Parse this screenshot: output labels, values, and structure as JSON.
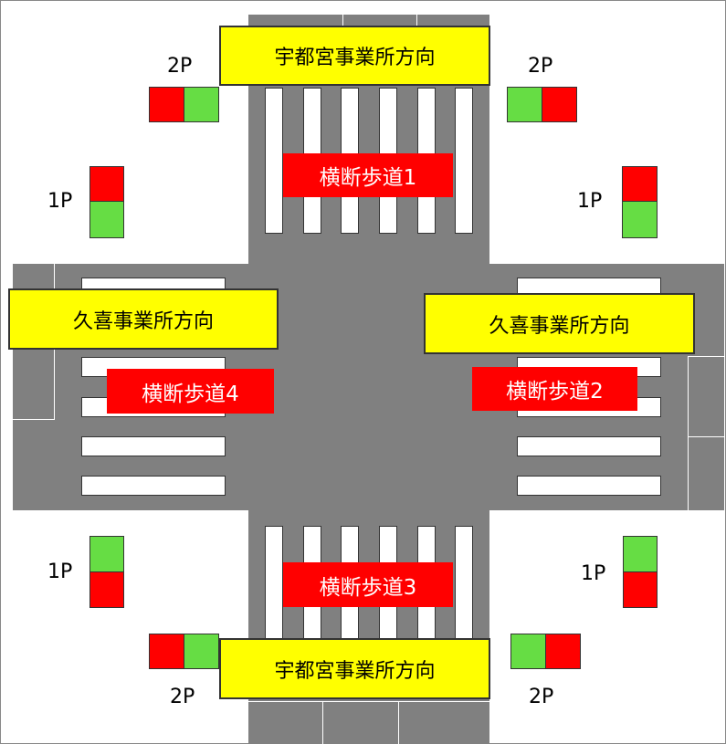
{
  "colors": {
    "road": "#808080",
    "signal_red": "#ff0000",
    "signal_green": "#66dd44",
    "direction_label_bg": "#ffff00",
    "crosswalk_label_bg": "#ff0000"
  },
  "directions": {
    "north": "宇都宮事業所方向",
    "south": "宇都宮事業所方向",
    "west": "久喜事業所方向",
    "east": "久喜事業所方向"
  },
  "crosswalks": {
    "cw1": "横断歩道1",
    "cw2": "横断歩道2",
    "cw3": "横断歩道3",
    "cw4": "横断歩道4"
  },
  "signals": {
    "nw_2p": "2P",
    "ne_2p": "2P",
    "nw_1p": "1P",
    "ne_1p": "1P",
    "sw_1p": "1P",
    "se_1p": "1P",
    "sw_2p": "2P",
    "se_2p": "2P"
  }
}
